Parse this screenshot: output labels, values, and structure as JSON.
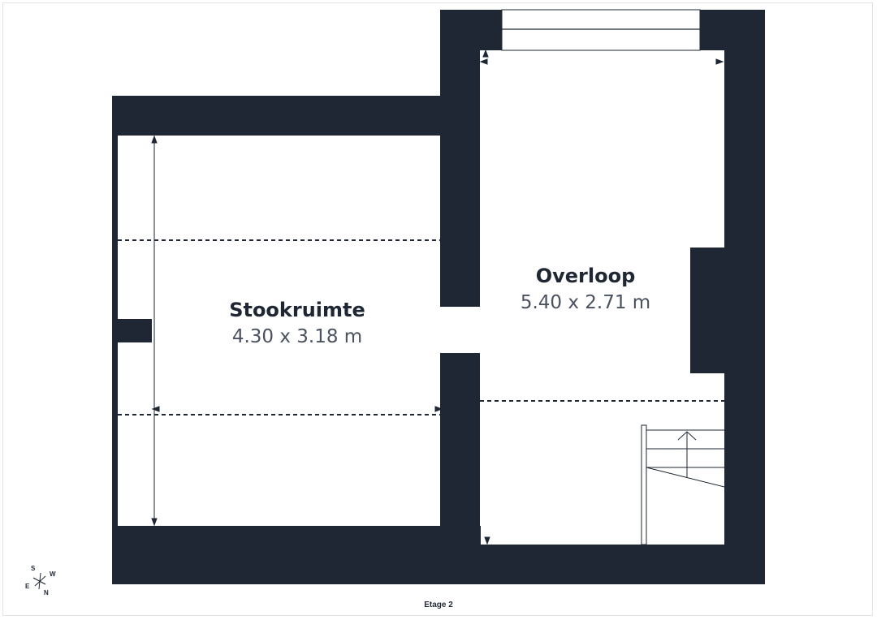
{
  "rooms": [
    {
      "name": "Stookruimte",
      "dimensions": "4.30 x 3.18 m"
    },
    {
      "name": "Overloop",
      "dimensions": "5.40 x 2.71 m"
    }
  ],
  "floor_label": "Etage 2",
  "compass": {
    "s": "S",
    "w": "W",
    "e": "E",
    "n": "N"
  },
  "colors": {
    "wall": "#1e2733",
    "background": "#ffffff"
  }
}
